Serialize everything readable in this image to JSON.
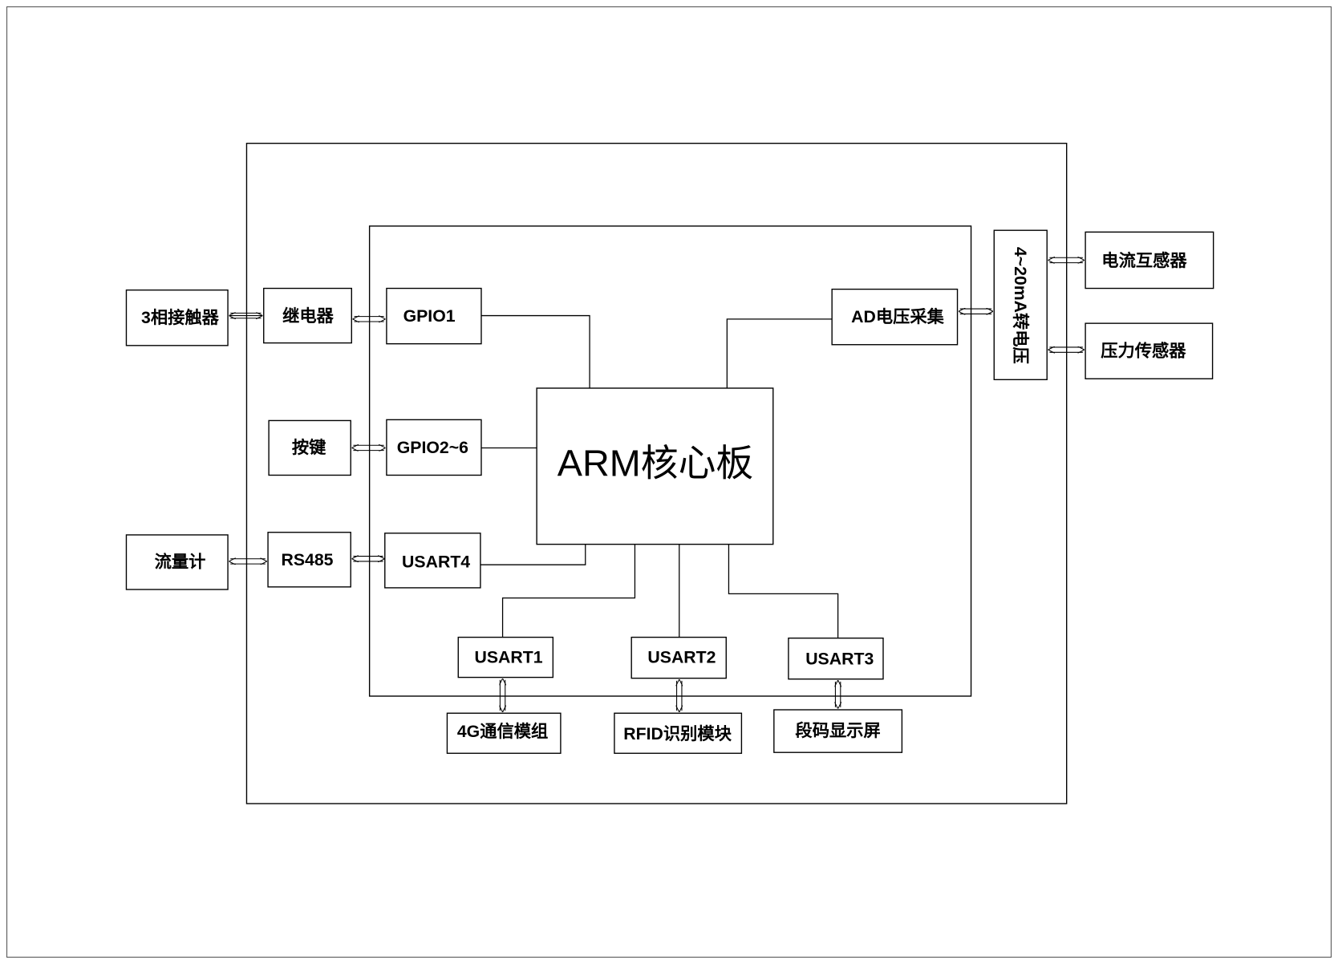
{
  "diagram": {
    "core": "ARM核心板",
    "left_devices": {
      "contactor": "3相接触器",
      "relay": "继电器",
      "key": "按键",
      "flowmeter": "流量计",
      "rs485": "RS485"
    },
    "ports": {
      "gpio1": "GPIO1",
      "gpio2_6": "GPIO2~6",
      "usart4": "USART4",
      "usart1": "USART1",
      "usart2": "USART2",
      "usart3": "USART3",
      "ad": "AD电压采集"
    },
    "converter": "4~20mA转电压",
    "right_devices": {
      "current_transformer": "电流互感器",
      "pressure_sensor": "压力传感器"
    },
    "bottom_devices": {
      "g4": "4G通信模组",
      "rfid": "RFID识别模块",
      "display": "段码显示屏"
    }
  }
}
